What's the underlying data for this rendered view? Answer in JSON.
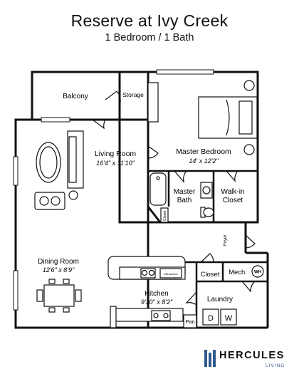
{
  "plan": {
    "title": "Reserve at Ivy Creek",
    "subtitle": "1 Bedroom / 1 Bath"
  },
  "rooms": {
    "balcony": "Balcony",
    "storage": "Storage",
    "living_room": "Living Room",
    "living_room_size": "16'4\" x 11'10\"",
    "master_bedroom": "Master Bedroom",
    "master_bedroom_size": "14' x 12'2\"",
    "master_bath_line1": "Master",
    "master_bath_line2": "Bath",
    "walkin_closet_line1": "Walk-in",
    "walkin_closet_line2": "Closet",
    "closet_small": "Closet",
    "foyer": "Foyer",
    "dining_room": "Dining Room",
    "dining_room_size": "12'6\" x 8'9\"",
    "kitchen": "Kitchen",
    "kitchen_size": "9'10\" x 8'2\"",
    "closet": "Closet",
    "mech": "Mech.",
    "water_heater": "WH",
    "laundry": "Laundry",
    "dryer": "D",
    "washer": "W",
    "dishwasher": "Dishwasher",
    "pantry": "Pan"
  },
  "brand": {
    "name": "HERCULES",
    "sub": "LIVING",
    "accent_color": "#2f5a8f"
  }
}
